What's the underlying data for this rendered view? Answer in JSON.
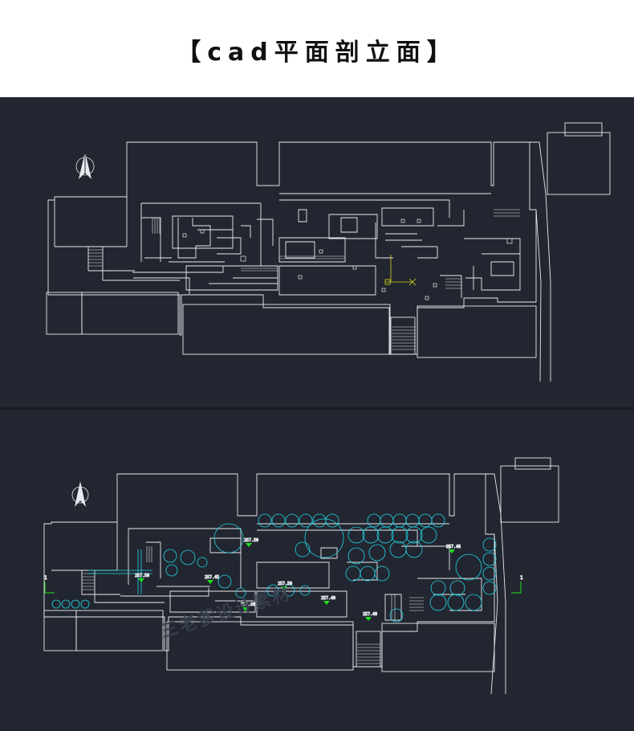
{
  "header": {
    "title": "【cad平面剖立面】"
  },
  "watermark": {
    "text": "三老爹设计素材"
  },
  "colors": {
    "background": "#222630",
    "linework": "#e8eaee",
    "planting": "#1fd6e6",
    "marker": "#1de01d",
    "snap": "#d6d61c"
  },
  "icons": {
    "north_arrow": "north-arrow-icon",
    "elevation_marker": "elevation-marker-icon",
    "section_mark": "section-mark-icon"
  },
  "plan_bottom": {
    "elevations": [
      "257.50",
      "257.48",
      "257.50",
      "257.40",
      "257.45",
      "257.50",
      "257.40",
      "257.50"
    ],
    "section_label": "1"
  }
}
